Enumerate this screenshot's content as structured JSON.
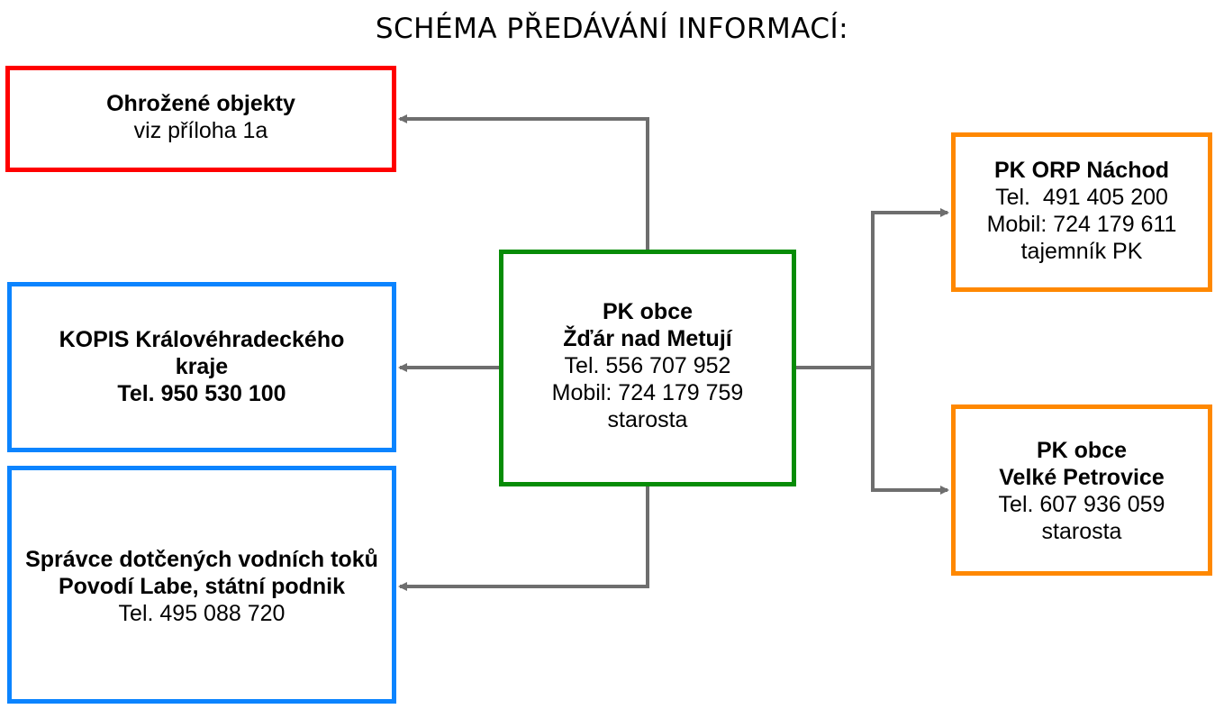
{
  "diagram": {
    "title": "SCHÉMA PŘEDÁVÁNÍ INFORMACÍ:",
    "nodes": {
      "ohrozene": {
        "line1": "Ohrožené objekty",
        "line2": "viz příloha 1a",
        "border_color": "#ff0000"
      },
      "kopis": {
        "line1": "KOPIS Královéhradeckého",
        "line2": "kraje",
        "line3": "Tel. 950 530 100",
        "border_color": "#0b84ff"
      },
      "spravce": {
        "line1": "Správce dotčených vodních toků",
        "line2": "Povodí Labe, státní podnik",
        "line3": "Tel. 495 088 720",
        "border_color": "#0b84ff"
      },
      "center": {
        "line1": "PK obce",
        "line2": "Žďár nad Metují",
        "line3": "Tel. 556 707 952",
        "line4": "Mobil: 724 179 759",
        "line5": "starosta",
        "border_color": "#078c07"
      },
      "orp": {
        "line1": "PK ORP Náchod",
        "line2": "Tel.  491 405 200",
        "line3": "Mobil: 724 179 611",
        "line4": "tajemník PK",
        "border_color": "#ff8800"
      },
      "velke": {
        "line1": "PK obce",
        "line2": "Velké Petrovice",
        "line3": "Tel. 607 936 059",
        "line4": "starosta",
        "border_color": "#ff8800"
      }
    },
    "connector_color": "#6e6e6e",
    "edges": [
      {
        "from": "center",
        "to": "ohrozene"
      },
      {
        "from": "center",
        "to": "kopis"
      },
      {
        "from": "center",
        "to": "spravce"
      },
      {
        "from": "center",
        "to": "orp"
      },
      {
        "from": "center",
        "to": "velke"
      }
    ]
  }
}
